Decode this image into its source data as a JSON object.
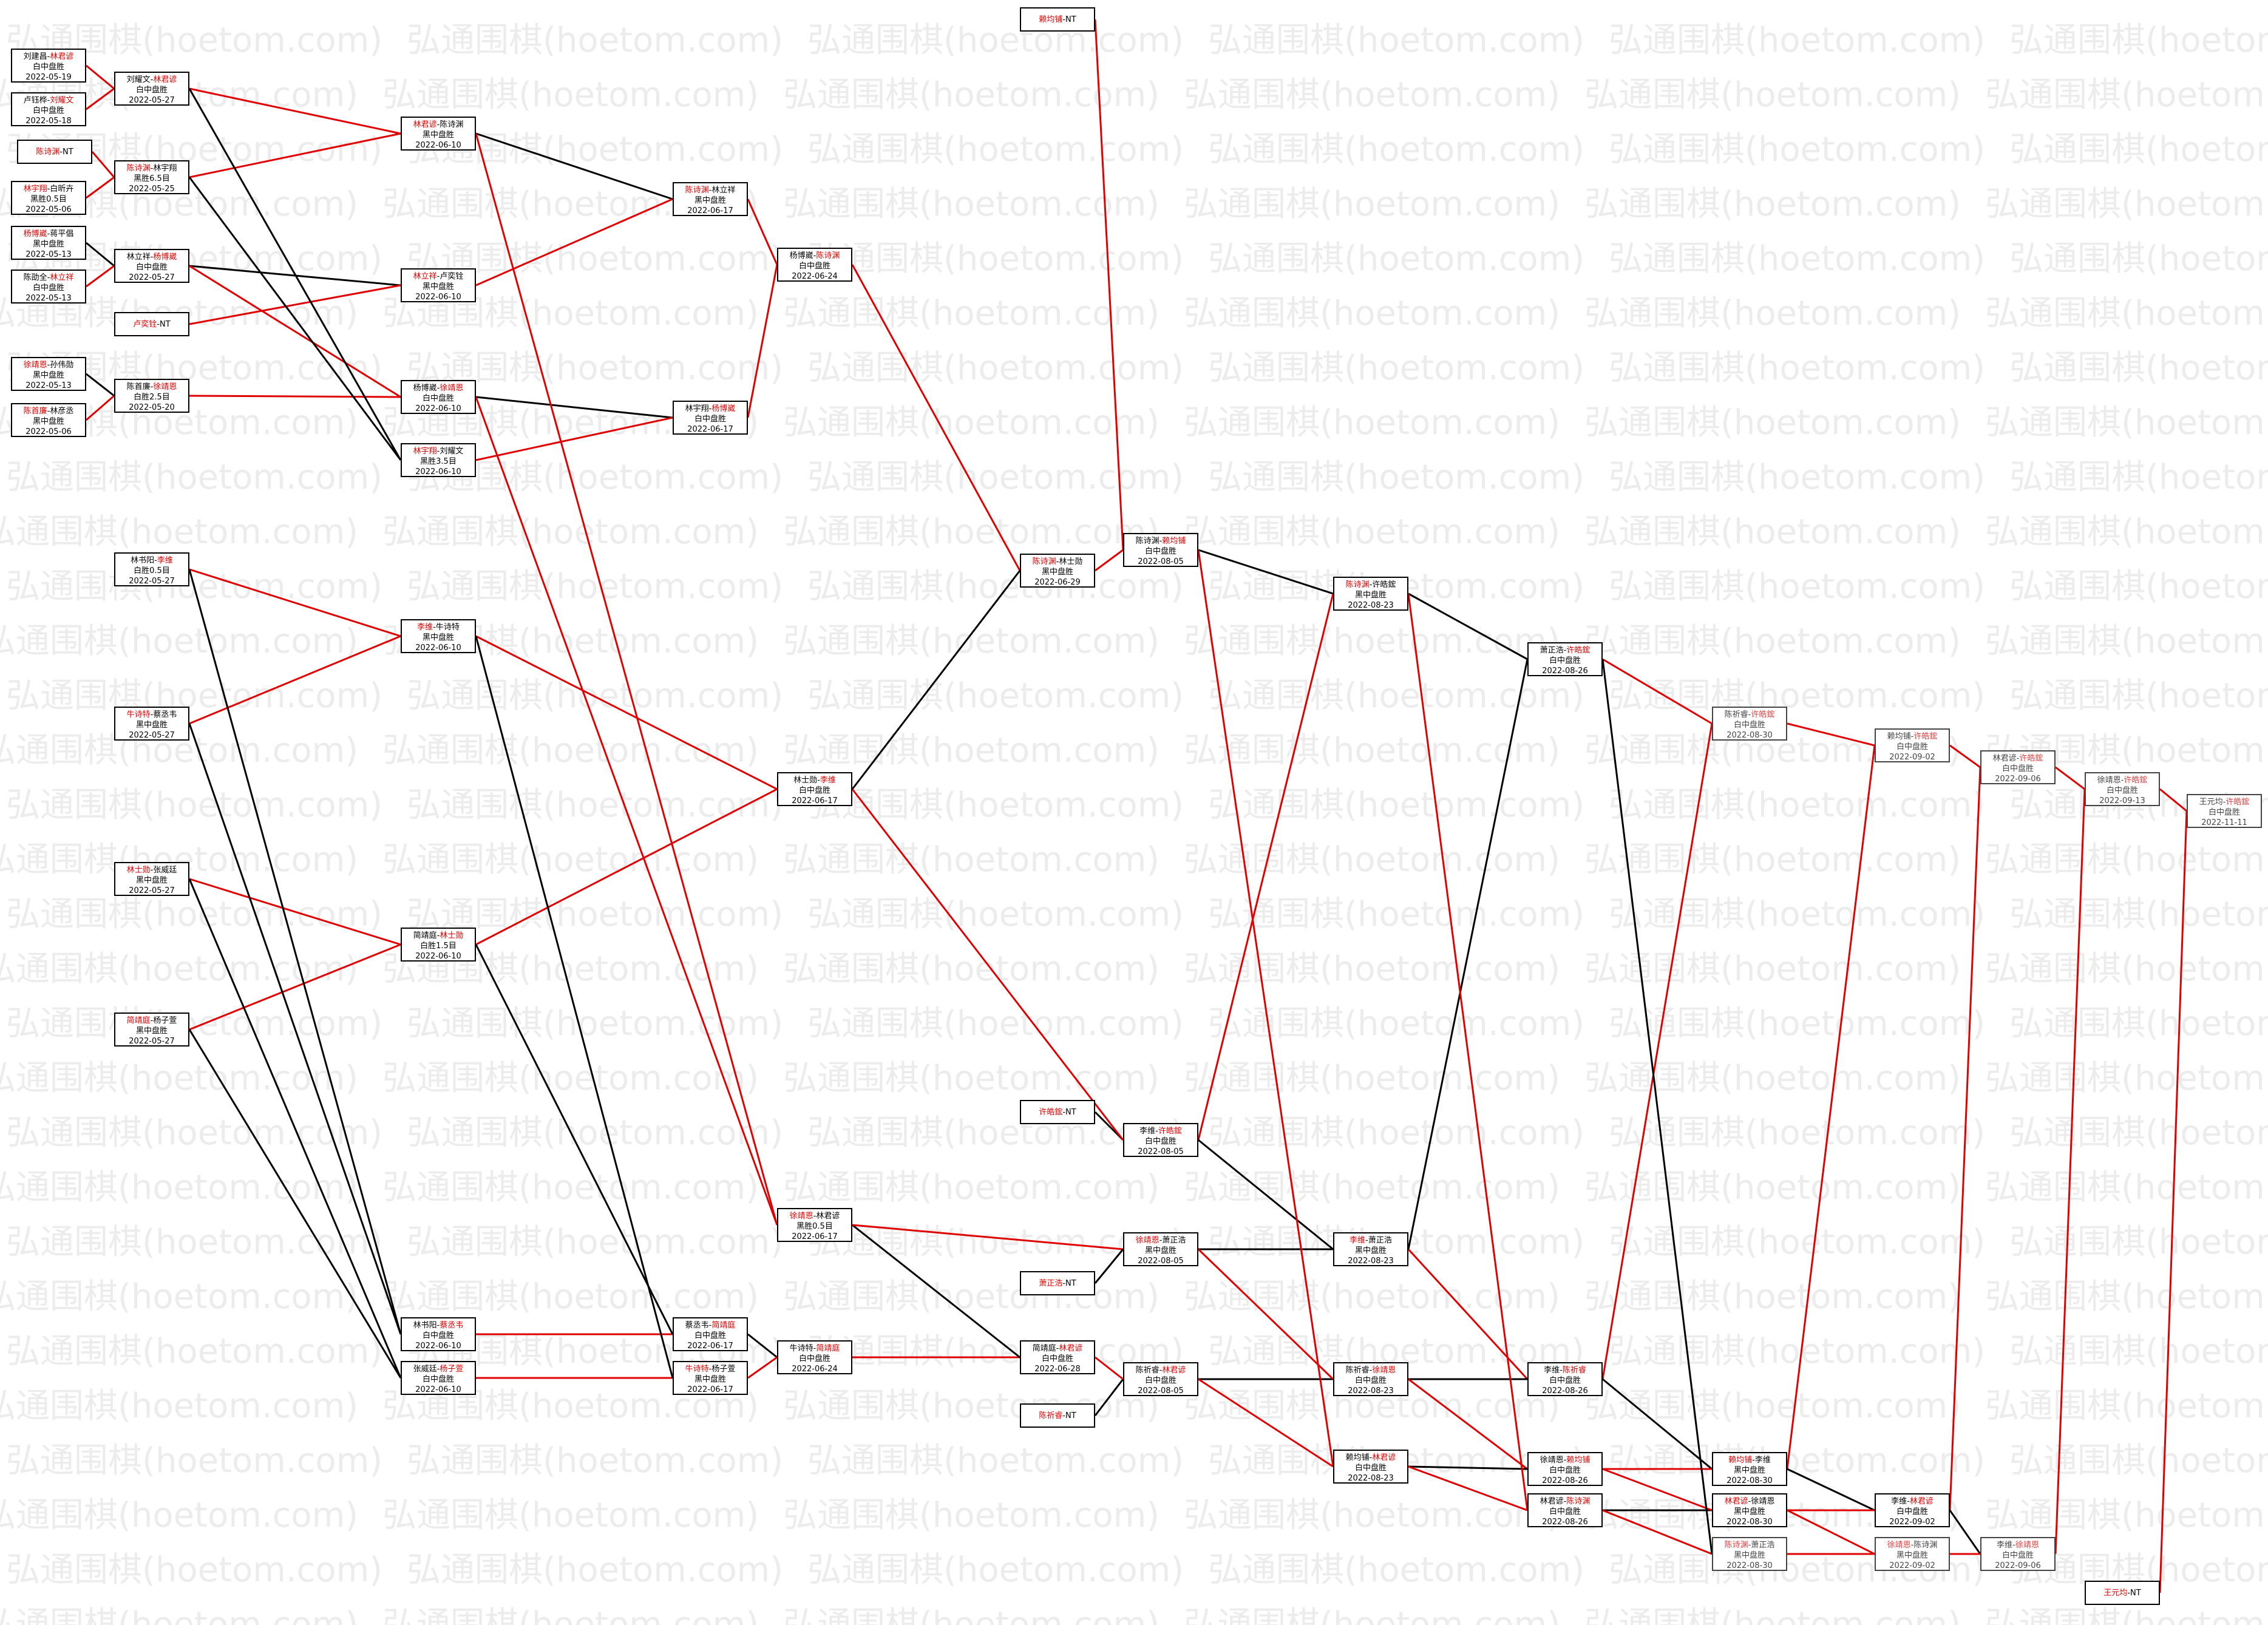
{
  "watermark": "弘通围棋(hoetom.com)",
  "colors": {
    "win": "#e00000",
    "line_black": "#000000",
    "line_red": "#e00000"
  },
  "matches": [
    {
      "id": "r1a",
      "p1": "刘建昌",
      "p2": "林君谚",
      "w": 2,
      "res": "白中盘胜",
      "date": "2022-05-19"
    },
    {
      "id": "r1b",
      "p1": "卢钰桦",
      "p2": "刘耀文",
      "w": 2,
      "res": "白中盘胜",
      "date": "2022-05-18"
    },
    {
      "id": "r1c",
      "p1": "陈诗渊",
      "p2": "",
      "w": 1,
      "res": "",
      "date": ""
    },
    {
      "id": "r1d",
      "p1": "林宇翔",
      "p2": "白昕卉",
      "w": 1,
      "res": "黑胜0.5目",
      "date": "2022-05-06"
    },
    {
      "id": "r1e",
      "p1": "杨博崴",
      "p2": "蒋平倡",
      "w": 1,
      "res": "黑中盘胜",
      "date": "2022-05-13"
    },
    {
      "id": "r1f",
      "p1": "陈劭全",
      "p2": "林立祥",
      "w": 2,
      "res": "白中盘胜",
      "date": "2022-05-13"
    },
    {
      "id": "r1g",
      "p1": "卢奕铨",
      "p2": "",
      "w": 1,
      "res": "",
      "date": ""
    },
    {
      "id": "r1h",
      "p1": "徐靖恩",
      "p2": "孙伟勋",
      "w": 1,
      "res": "黑中盘胜",
      "date": "2022-05-13"
    },
    {
      "id": "r1i",
      "p1": "陈首廉",
      "p2": "林彦丞",
      "w": 1,
      "res": "黑中盘胜",
      "date": "2022-05-06"
    },
    {
      "id": "r2a",
      "p1": "刘耀文",
      "p2": "林君谚",
      "w": 2,
      "res": "白中盘胜",
      "date": "2022-05-27"
    },
    {
      "id": "r2b",
      "p1": "陈诗渊",
      "p2": "林宇翔",
      "w": 1,
      "res": "黑胜6.5目",
      "date": "2022-05-25"
    },
    {
      "id": "r2c",
      "p1": "林立祥",
      "p2": "杨博崴",
      "w": 2,
      "res": "白中盘胜",
      "date": "2022-05-27"
    },
    {
      "id": "r2d",
      "p1": "陈首廉",
      "p2": "徐靖恩",
      "w": 2,
      "res": "白胜2.5目",
      "date": "2022-05-20"
    },
    {
      "id": "r2e",
      "p1": "林书阳",
      "p2": "李维",
      "w": 2,
      "res": "白胜0.5目",
      "date": "2022-05-27"
    },
    {
      "id": "r2f",
      "p1": "牛诗特",
      "p2": "蔡丞韦",
      "w": 1,
      "res": "黑中盘胜",
      "date": "2022-05-27"
    },
    {
      "id": "r2g",
      "p1": "林士勋",
      "p2": "张威廷",
      "w": 1,
      "res": "黑中盘胜",
      "date": "2022-05-27"
    },
    {
      "id": "r2h",
      "p1": "简靖庭",
      "p2": "杨子萱",
      "w": 1,
      "res": "黑中盘胜",
      "date": "2022-05-27"
    },
    {
      "id": "r3a",
      "p1": "林君谚",
      "p2": "陈诗渊",
      "w": 1,
      "res": "黑中盘胜",
      "date": "2022-06-10"
    },
    {
      "id": "r3b",
      "p1": "林立祥",
      "p2": "卢奕铨",
      "w": 1,
      "res": "黑中盘胜",
      "date": "2022-06-10"
    },
    {
      "id": "r3c",
      "p1": "杨博崴",
      "p2": "徐靖恩",
      "w": 2,
      "res": "白中盘胜",
      "date": "2022-06-10"
    },
    {
      "id": "r3d",
      "p1": "林宇翔",
      "p2": "刘耀文",
      "w": 1,
      "res": "黑胜3.5目",
      "date": "2022-06-10"
    },
    {
      "id": "r3e",
      "p1": "李维",
      "p2": "牛诗特",
      "w": 1,
      "res": "黑中盘胜",
      "date": "2022-06-10"
    },
    {
      "id": "r3f",
      "p1": "简靖庭",
      "p2": "林士勋",
      "w": 2,
      "res": "白胜1.5目",
      "date": "2022-06-10"
    },
    {
      "id": "r3g",
      "p1": "林书阳",
      "p2": "蔡丞韦",
      "w": 2,
      "res": "白中盘胜",
      "date": "2022-06-10"
    },
    {
      "id": "r3h",
      "p1": "张威廷",
      "p2": "杨子萱",
      "w": 2,
      "res": "白中盘胜",
      "date": "2022-06-10"
    },
    {
      "id": "r4a",
      "p1": "陈诗渊",
      "p2": "林立祥",
      "w": 1,
      "res": "黑中盘胜",
      "date": "2022-06-17"
    },
    {
      "id": "r4b",
      "p1": "林宇翔",
      "p2": "杨博崴",
      "w": 2,
      "res": "白中盘胜",
      "date": "2022-06-17"
    },
    {
      "id": "r4c",
      "p1": "林士勋",
      "p2": "李维",
      "w": 2,
      "res": "白中盘胜",
      "date": "2022-06-17"
    },
    {
      "id": "r4d",
      "p1": "徐靖恩",
      "p2": "林君谚",
      "w": 1,
      "res": "黑胜0.5目",
      "date": "2022-06-17"
    },
    {
      "id": "r4e",
      "p1": "蔡丞韦",
      "p2": "简靖庭",
      "w": 2,
      "res": "白中盘胜",
      "date": "2022-06-17"
    },
    {
      "id": "r4f",
      "p1": "牛诗特",
      "p2": "杨子萱",
      "w": 1,
      "res": "黑中盘胜",
      "date": "2022-06-17"
    },
    {
      "id": "r5a",
      "p1": "杨博崴",
      "p2": "陈诗渊",
      "w": 2,
      "res": "白中盘胜",
      "date": "2022-06-24"
    },
    {
      "id": "r5b",
      "p1": "牛诗特",
      "p2": "简靖庭",
      "w": 2,
      "res": "白中盘胜",
      "date": "2022-06-24"
    },
    {
      "id": "r6a",
      "p1": "赖均铺",
      "p2": "",
      "w": 1,
      "res": "",
      "date": ""
    },
    {
      "id": "r6b",
      "p1": "陈诗渊",
      "p2": "林士勋",
      "w": 1,
      "res": "黑中盘胜",
      "date": "2022-06-29"
    },
    {
      "id": "r6c",
      "p1": "许皓鋐",
      "p2": "",
      "w": 1,
      "res": "",
      "date": ""
    },
    {
      "id": "r6d",
      "p1": "萧正浩",
      "p2": "",
      "w": 1,
      "res": "",
      "date": ""
    },
    {
      "id": "r6e",
      "p1": "简靖庭",
      "p2": "林君谚",
      "w": 2,
      "res": "白中盘胜",
      "date": "2022-06-28"
    },
    {
      "id": "r6f",
      "p1": "陈祈睿",
      "p2": "",
      "w": 1,
      "res": "",
      "date": ""
    },
    {
      "id": "r7a",
      "p1": "陈诗渊",
      "p2": "赖均铺",
      "w": 2,
      "res": "白中盘胜",
      "date": "2022-08-05"
    },
    {
      "id": "r7b",
      "p1": "李维",
      "p2": "许皓鋐",
      "w": 2,
      "res": "白中盘胜",
      "date": "2022-08-05"
    },
    {
      "id": "r7c",
      "p1": "徐靖恩",
      "p2": "萧正浩",
      "w": 1,
      "res": "黑中盘胜",
      "date": "2022-08-05"
    },
    {
      "id": "r7d",
      "p1": "陈祈睿",
      "p2": "林君谚",
      "w": 2,
      "res": "白中盘胜",
      "date": "2022-08-05"
    },
    {
      "id": "r8a",
      "p1": "陈诗渊",
      "p2": "许皓鋐",
      "w": 1,
      "res": "黑中盘胜",
      "date": "2022-08-23"
    },
    {
      "id": "r8b",
      "p1": "李维",
      "p2": "萧正浩",
      "w": 1,
      "res": "黑中盘胜",
      "date": "2022-08-23"
    },
    {
      "id": "r8c",
      "p1": "陈祈睿",
      "p2": "徐靖恩",
      "w": 2,
      "res": "白中盘胜",
      "date": "2022-08-23"
    },
    {
      "id": "r8d",
      "p1": "赖均铺",
      "p2": "林君谚",
      "w": 2,
      "res": "白中盘胜",
      "date": "2022-08-23"
    },
    {
      "id": "r9a",
      "p1": "萧正浩",
      "p2": "许皓鋐",
      "w": 2,
      "res": "白中盘胜",
      "date": "2022-08-26"
    },
    {
      "id": "r9b",
      "p1": "李维",
      "p2": "陈祈睿",
      "w": 2,
      "res": "白中盘胜",
      "date": "2022-08-26"
    },
    {
      "id": "r9c",
      "p1": "徐靖恩",
      "p2": "赖均铺",
      "w": 2,
      "res": "白中盘胜",
      "date": "2022-08-26"
    },
    {
      "id": "r9d",
      "p1": "林君谚",
      "p2": "陈诗渊",
      "w": 2,
      "res": "白中盘胜",
      "date": "2022-08-26"
    },
    {
      "id": "r10a",
      "p1": "陈祈睿",
      "p2": "许皓鋐",
      "w": 2,
      "res": "白中盘胜",
      "date": "2022-08-30",
      "soft": true
    },
    {
      "id": "r10b",
      "p1": "赖均铺",
      "p2": "李维",
      "w": 1,
      "res": "黑中盘胜",
      "date": "2022-08-30"
    },
    {
      "id": "r10c",
      "p1": "林君谚",
      "p2": "徐靖恩",
      "w": 1,
      "res": "黑中盘胜",
      "date": "2022-08-30"
    },
    {
      "id": "r10d",
      "p1": "陈诗渊",
      "p2": "萧正浩",
      "w": 1,
      "res": "黑中盘胜",
      "date": "2022-08-30",
      "soft": true
    },
    {
      "id": "r11a",
      "p1": "赖均铺",
      "p2": "许皓鋐",
      "w": 2,
      "res": "白中盘胜",
      "date": "2022-09-02",
      "soft": true
    },
    {
      "id": "r11b",
      "p1": "李维",
      "p2": "林君谚",
      "w": 2,
      "res": "白中盘胜",
      "date": "2022-09-02"
    },
    {
      "id": "r11c",
      "p1": "徐靖恩",
      "p2": "陈诗渊",
      "w": 1,
      "res": "黑中盘胜",
      "date": "2022-09-02",
      "soft": true
    },
    {
      "id": "r12a",
      "p1": "林君谚",
      "p2": "许皓鋐",
      "w": 2,
      "res": "白中盘胜",
      "date": "2022-09-06",
      "soft": true
    },
    {
      "id": "r12b",
      "p1": "李维",
      "p2": "徐靖恩",
      "w": 2,
      "res": "白中盘胜",
      "date": "2022-09-06",
      "soft": true
    },
    {
      "id": "r13a",
      "p1": "徐靖恩",
      "p2": "许皓鋐",
      "w": 2,
      "res": "白中盘胜",
      "date": "2022-09-13",
      "soft": true
    },
    {
      "id": "r13b",
      "p1": "王元均",
      "p2": "",
      "w": 1,
      "res": "",
      "date": ""
    },
    {
      "id": "r14a",
      "p1": "王元均",
      "p2": "许皓鋐",
      "w": 2,
      "res": "白中盘胜",
      "date": "2022-11-11",
      "soft": true
    }
  ]
}
